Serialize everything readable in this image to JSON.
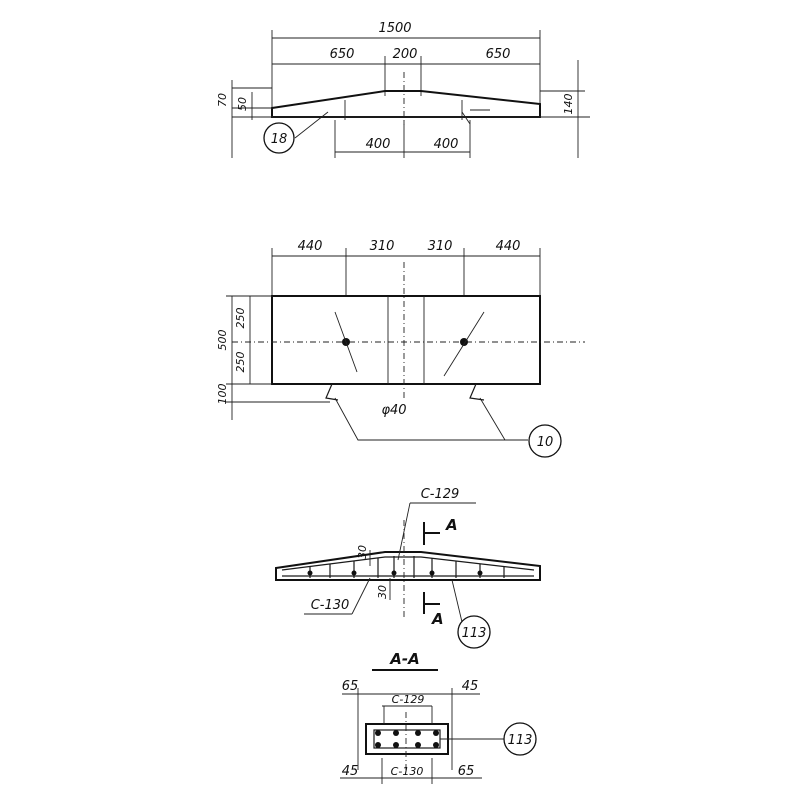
{
  "view1": {
    "dim_total": "1500",
    "dim_left": "650",
    "dim_mid": "200",
    "dim_right": "650",
    "dim_70": "70",
    "dim_50": "50",
    "dim_140": "140",
    "dim_400a": "400",
    "dim_400b": "400",
    "bubble": "18"
  },
  "view2": {
    "dims_top": [
      "440",
      "310",
      "310",
      "440"
    ],
    "dim_500": "500",
    "dim_250a": "250",
    "dim_250b": "250",
    "dim_100": "100",
    "diameter": "φ40",
    "bubble": "10"
  },
  "view3": {
    "bar_top": "C-129",
    "bar_bottom": "C-130",
    "dim_30a": "30",
    "dim_30b": "30",
    "section_mark_top": "A",
    "section_mark_bottom": "A",
    "bubble": "113"
  },
  "view4": {
    "title": "A-A",
    "dim_65_top": "65",
    "dim_45_top": "45",
    "bar_top": "C-129",
    "dim_45_bot": "45",
    "bar_bottom": "C-130",
    "dim_65_bot": "65",
    "bubble": "113"
  }
}
